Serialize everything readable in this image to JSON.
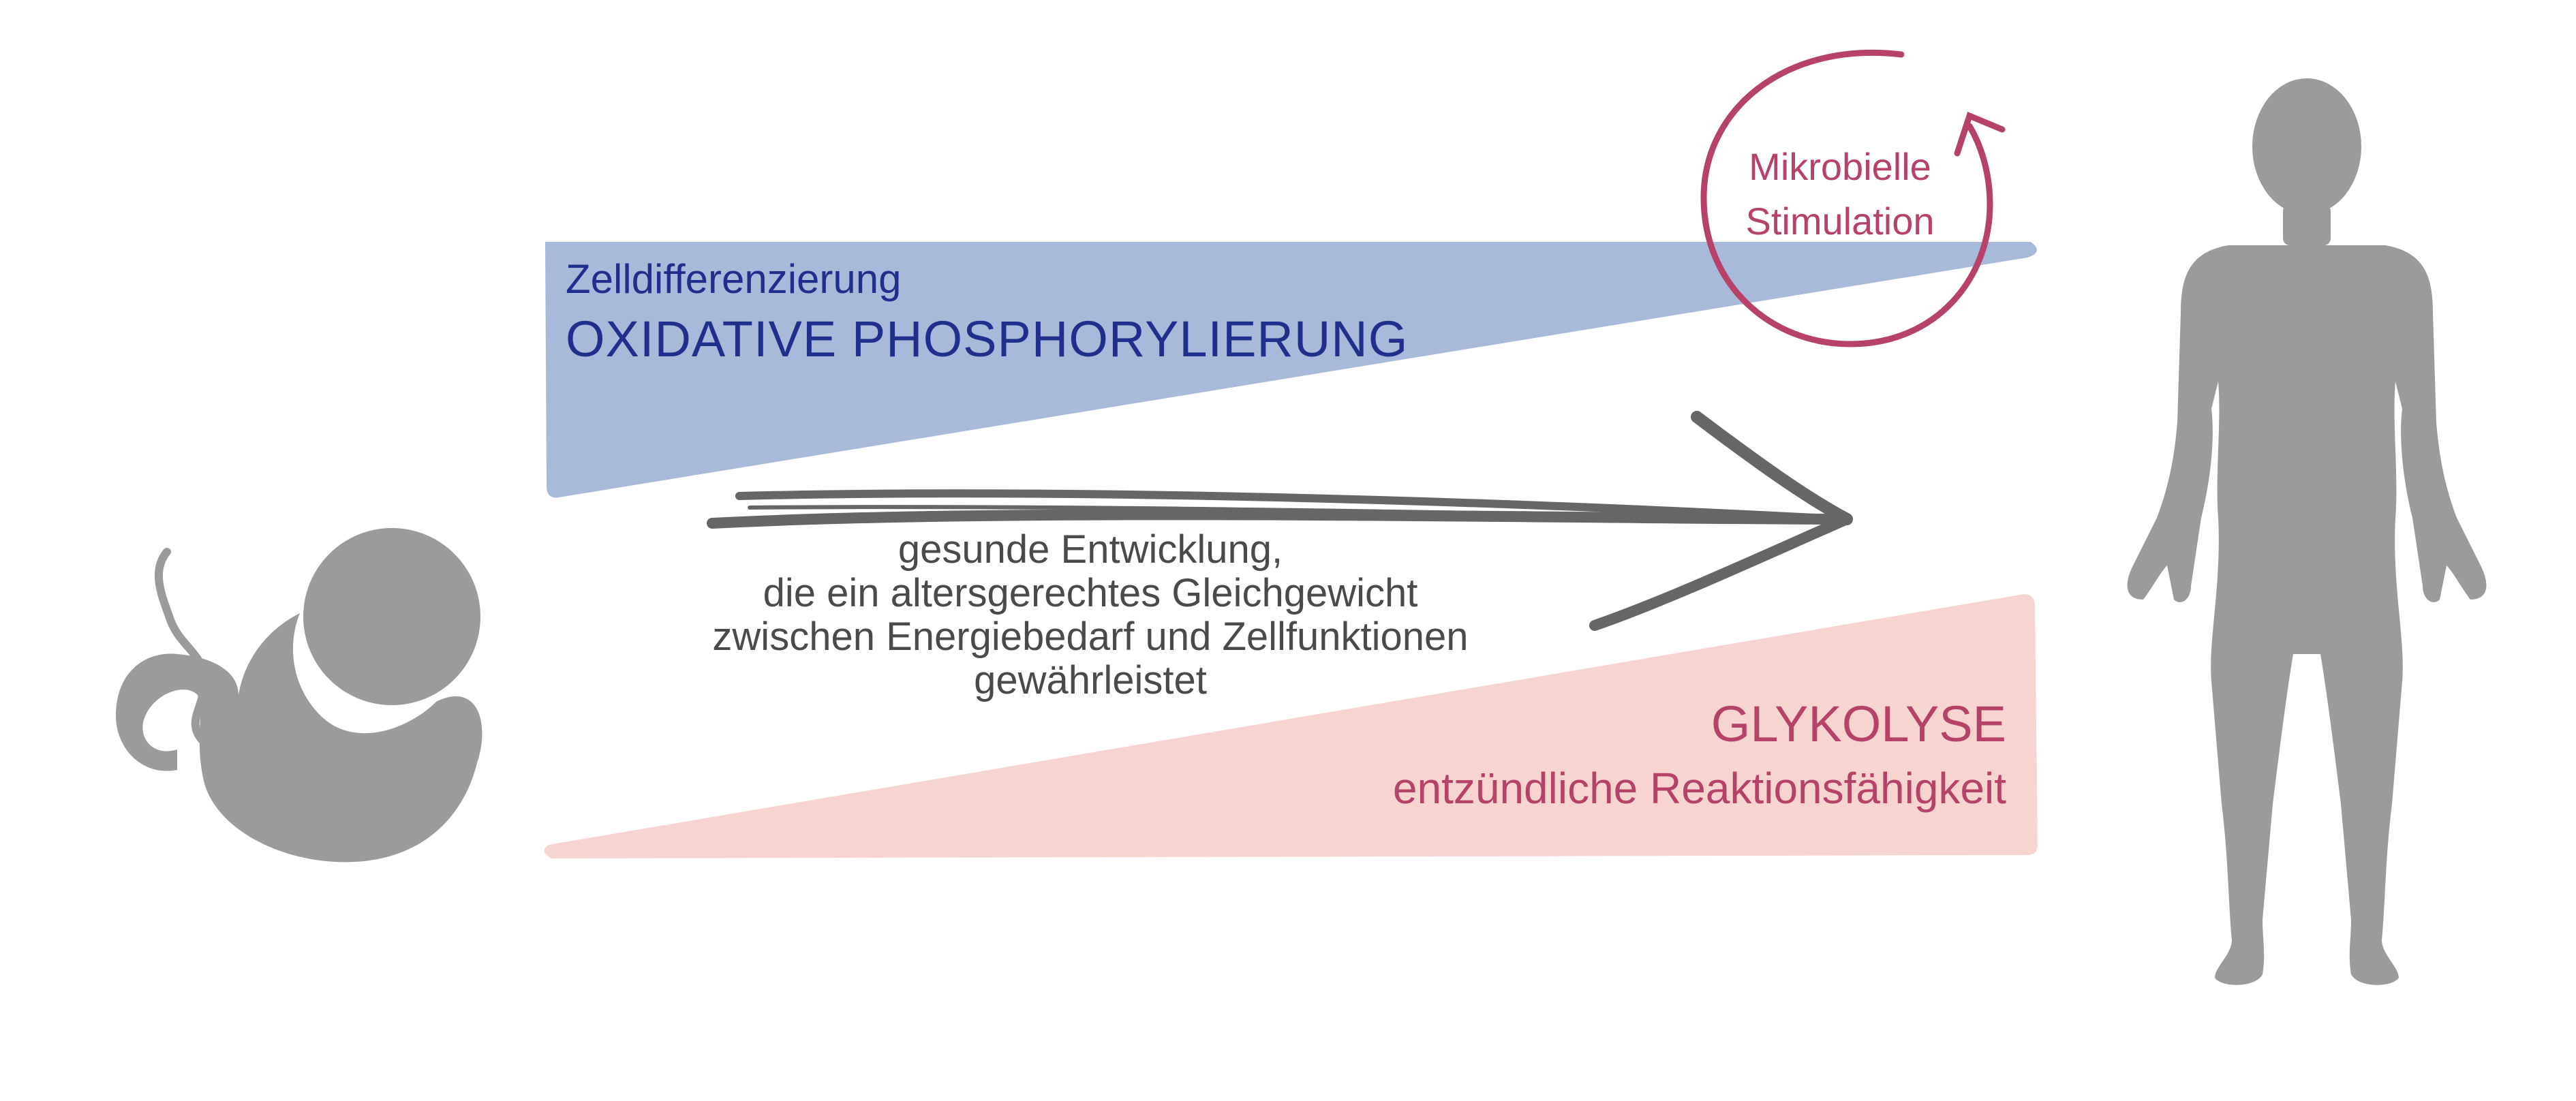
{
  "diagram": {
    "oxidative": {
      "subtitle": "Zelldifferenzierung",
      "title": "OXIDATIVE PHOSPHORYLIERUNG",
      "color": "#a8bad9",
      "text_color": "#1f2f8c"
    },
    "glycolysis": {
      "title": "GLYKOLYSE",
      "subtitle": "entzündliche Reaktionsfähigkeit",
      "color": "#f7d4d0",
      "text_color": "#b6426a"
    },
    "development": {
      "lines": [
        "gesunde Entwicklung,",
        "die ein altersgerechtes Gleichgewicht",
        "zwischen Energiebedarf und Zellfunktionen",
        "gewährleistet"
      ],
      "text_color": "#4a4a4a",
      "arrow_color": "#666666"
    },
    "microbial": {
      "lines": [
        "Mikrobielle",
        "Stimulation"
      ],
      "color": "#b6426a"
    },
    "icons": {
      "start": "fetus-icon",
      "end": "adult-human-icon",
      "silhouette_color": "#9b9b9b"
    }
  }
}
